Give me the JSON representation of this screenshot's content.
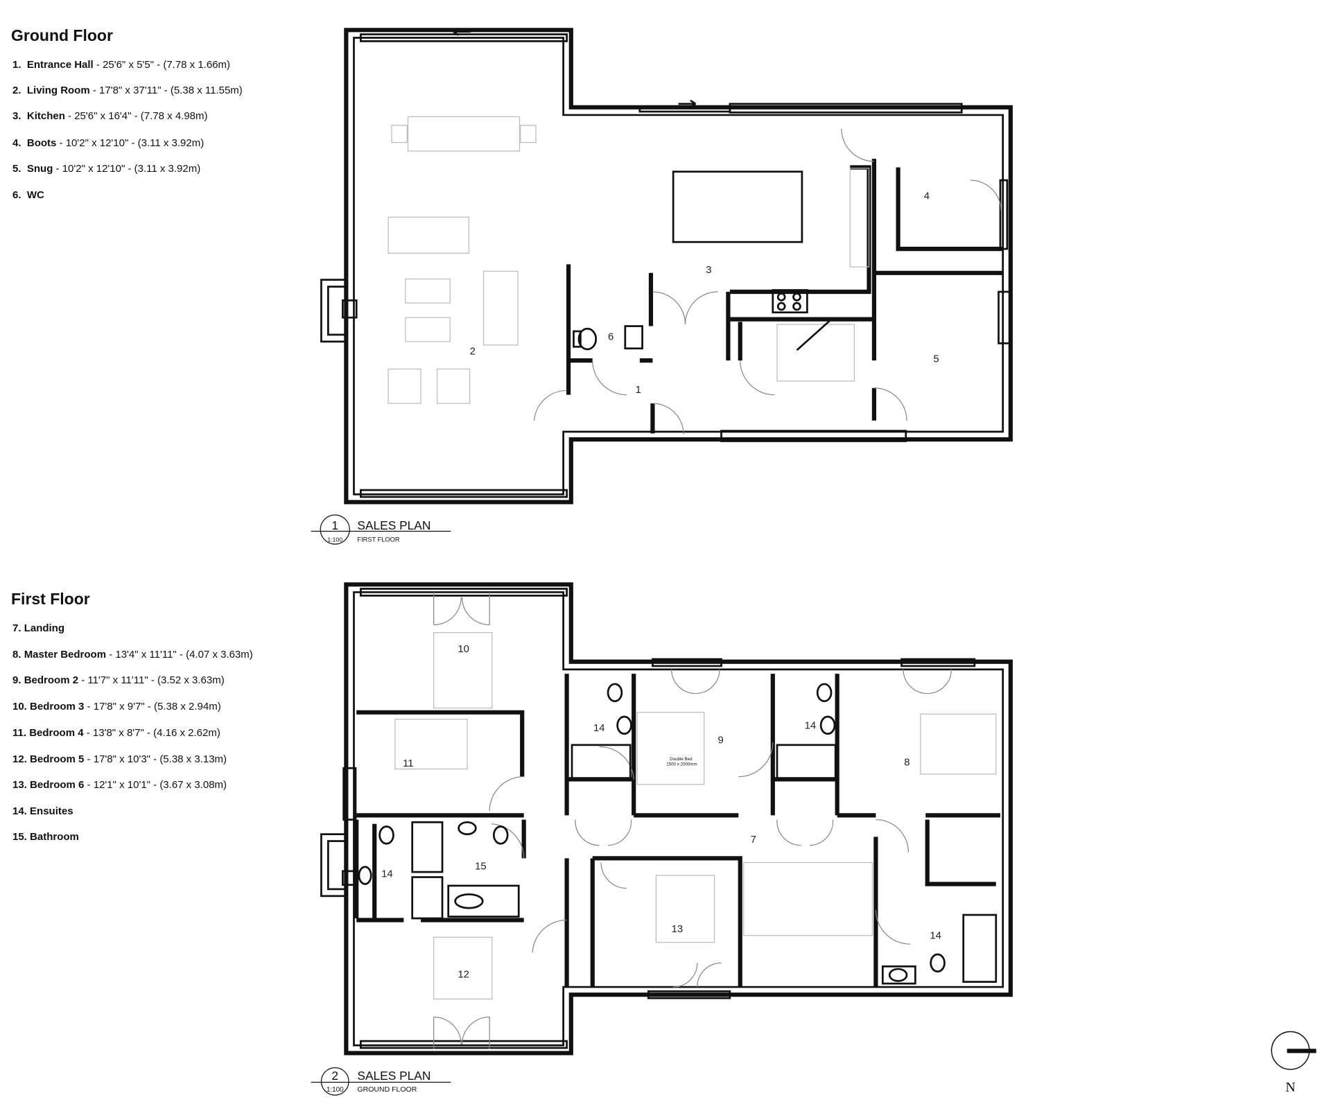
{
  "ground_floor": {
    "heading": "Ground Floor",
    "rooms": [
      {
        "n": "1.",
        "name": "Entrance Hall",
        "dims": " - 25'6\" x 5'5\" - (7.78 x 1.66m)"
      },
      {
        "n": "2.",
        "name": "Living Room",
        "dims": " - 17'8\" x 37'11\" - (5.38 x 11.55m)"
      },
      {
        "n": "3.",
        "name": "Kitchen",
        "dims": " - 25'6\" x 16'4\" - (7.78 x 4.98m)"
      },
      {
        "n": "4.",
        "name": "Boots",
        "dims": " - 10'2\" x 12'10\" - (3.11 x 3.92m)"
      },
      {
        "n": "5.",
        "name": "Snug",
        "dims": " - 10'2\" x 12'10\" - (3.11 x 3.92m)"
      },
      {
        "n": "6.",
        "name": "WC",
        "dims": ""
      }
    ]
  },
  "first_floor": {
    "heading": "First  Floor",
    "rooms": [
      {
        "n": "7.",
        "name": "Landing",
        "dims": ""
      },
      {
        "n": "8.",
        "name": "Master Bedroom",
        "dims": " - 13'4\" x 11'11\" - (4.07 x 3.63m)"
      },
      {
        "n": "9.",
        "name": "Bedroom 2",
        "dims": " - 11'7\" x 11'11\" - (3.52 x 3.63m)"
      },
      {
        "n": "10.",
        "name": "Bedroom 3",
        "dims": " - 17'8\" x 9'7\" - (5.38 x 2.94m)"
      },
      {
        "n": "11.",
        "name": "Bedroom 4",
        "dims": " - 13'8\" x 8'7\" - (4.16 x 2.62m)"
      },
      {
        "n": "12.",
        "name": "Bedroom 5",
        "dims": " - 17'8\" x 10'3\" - (5.38 x 3.13m)"
      },
      {
        "n": "13.",
        "name": "Bedroom 6",
        "dims": " - 12'1\" x 10'1\" - (3.67 x 3.08m)"
      },
      {
        "n": "14.",
        "name": "Ensuites",
        "dims": ""
      },
      {
        "n": "15.",
        "name": "Bathroom",
        "dims": ""
      }
    ]
  },
  "plan_labels": {
    "ground": [
      "1",
      "2",
      "3",
      "4",
      "5",
      "6"
    ],
    "first": [
      "7",
      "8",
      "9",
      "10",
      "11",
      "12",
      "13",
      "14",
      "14",
      "14",
      "14",
      "15"
    ],
    "bed_label_1": "Double Bed",
    "bed_label_2": "1500 x 2000mm"
  },
  "title_blocks": [
    {
      "number": "1",
      "title": "SALES PLAN",
      "scale": "1:100",
      "subtitle": "FIRST FLOOR"
    },
    {
      "number": "2",
      "title": "SALES PLAN",
      "scale": "1:100",
      "subtitle": "GROUND FLOOR"
    }
  ],
  "north_arrow": {
    "label": "N",
    "icon": "north-arrow-icon"
  }
}
